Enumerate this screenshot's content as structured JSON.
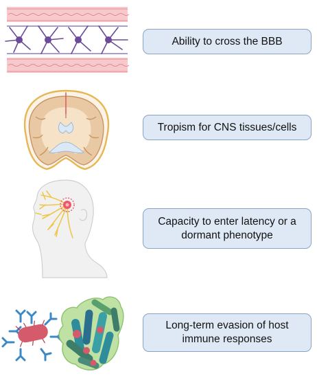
{
  "features": [
    {
      "label": "Ability to cross the BBB",
      "icon": "bbb-cross-section-icon"
    },
    {
      "label": "Tropism for CNS tissues/cells",
      "icon": "brain-coronal-section-icon"
    },
    {
      "label": "Capacity to enter latency or a dormant phenotype",
      "icon": "head-trigeminal-ganglion-icon"
    },
    {
      "label": "Long-term evasion of host immune responses",
      "icon": "bacteria-antibody-icon"
    }
  ],
  "colors": {
    "box_fill": "#dfe9f5",
    "box_border": "#8aa3c4",
    "vessel_wall": "#f7c9cc",
    "neuron": "#6b4a9a",
    "brain_tissue": "#e9c9a4",
    "ventricle": "#dbe9f6",
    "skull_outline": "#e7b654",
    "head_skin": "#f1f1f1",
    "nerve": "#f0c64a",
    "ganglion": "#e8596a",
    "antibody": "#3b88c4",
    "bacterium": "#d55a6c",
    "biofilm": "#bfe2a4"
  }
}
